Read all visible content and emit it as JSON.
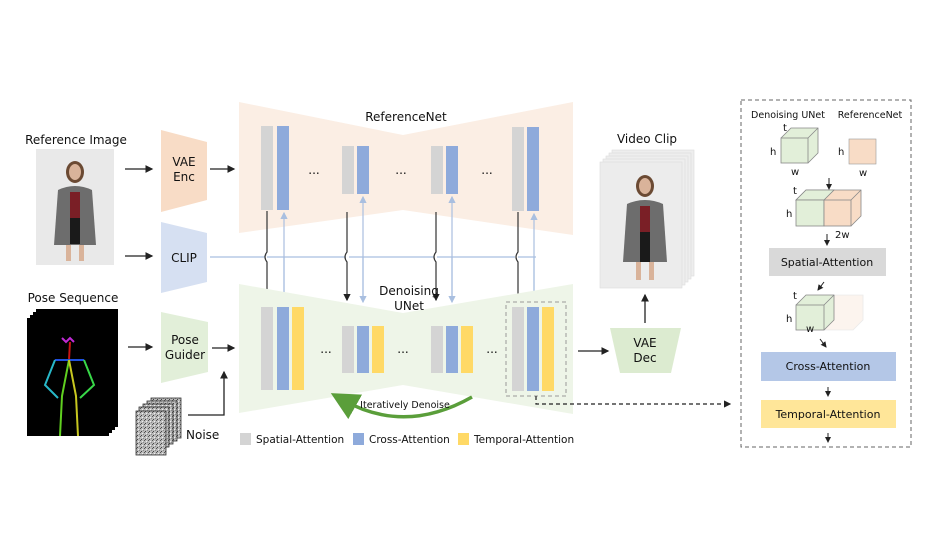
{
  "inputs": {
    "reference_image_label": "Reference Image",
    "pose_sequence_label": "Pose Sequence",
    "noise_label": "Noise"
  },
  "modules": {
    "vae_enc": [
      "VAE",
      "Enc"
    ],
    "clip": "CLIP",
    "pose_guider": [
      "Pose",
      "Guider"
    ],
    "vae_dec": [
      "VAE",
      "Dec"
    ]
  },
  "networks": {
    "reference_net": "ReferenceNet",
    "denoising_unet": [
      "Denoising",
      "UNet"
    ],
    "ellipsis": "...",
    "iterative_label": "Iteratively Denoise"
  },
  "output": {
    "video_clip_label": "Video Clip"
  },
  "legend": [
    {
      "label": "Spatial-Attention",
      "color": "#d4d4d4"
    },
    {
      "label": "Cross-Attention",
      "color": "#8eaadb"
    },
    {
      "label": "Temporal-Attention",
      "color": "#ffd966"
    }
  ],
  "detail_panel": {
    "denoising_unet_label": "Denoising UNet",
    "reference_net_label": "ReferenceNet",
    "dims": {
      "h": "h",
      "w": "w",
      "t": "t",
      "two_w": "2w"
    },
    "blocks": [
      "Spatial-Attention",
      "Cross-Attention",
      "Temporal-Attention"
    ]
  },
  "colors": {
    "reference_bg": "#fbeee4",
    "unet_bg": "#eef5e8",
    "vae_enc": "#f8dcc6",
    "clip": "#d6e0f2",
    "pose_guider": "#e2efd9",
    "vae_dec": "#dcebd0",
    "spatial": "#d4d4d4",
    "cross": "#8eaadb",
    "temporal": "#ffd966",
    "green_arrow": "#5a9e3a"
  }
}
